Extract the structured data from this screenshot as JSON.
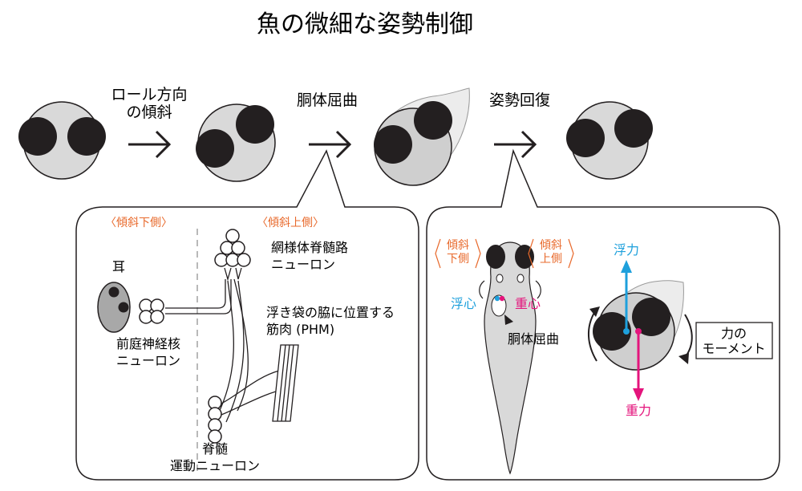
{
  "title": "魚の微細な姿勢制御",
  "steps": {
    "roll_tilt_line1": "ロール方向",
    "roll_tilt_line2": "の傾斜",
    "body_bending": "胴体屈曲",
    "posture_recovery": "姿勢回復"
  },
  "neural_panel": {
    "lower_side": "〈傾斜下側〉",
    "upper_side": "〈傾斜上側〉",
    "ear": "耳",
    "vestibular_line1": "前庭神経核",
    "vestibular_line2": "ニューロン",
    "reticulospinal_line1": "網様体脊髄路",
    "reticulospinal_line2": "ニューロン",
    "phm_line1": "浮き袋の脇に位置する",
    "phm_line2": "筋肉 (PHM)",
    "motor_line1": "脊髄",
    "motor_line2": "運動ニューロン"
  },
  "physics_panel": {
    "lower_line1": "傾斜",
    "lower_line2": "下側",
    "upper_line1": "傾斜",
    "upper_line2": "上側",
    "buoyancy_center": "浮心",
    "gravity_center": "重心",
    "body_bending": "胴体屈曲",
    "buoyancy": "浮力",
    "gravity": "重力",
    "moment_line1": "力の",
    "moment_line2": "モーメント"
  },
  "colors": {
    "orange": "#e8692b",
    "cyan": "#1ea0dc",
    "magenta": "#e4147c",
    "gray": "#d9d9d9",
    "dark": "#231f20"
  }
}
